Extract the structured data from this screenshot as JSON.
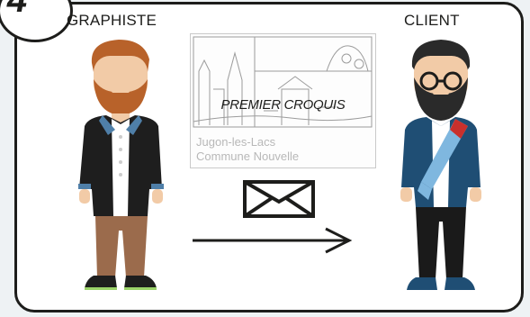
{
  "step": {
    "number": "4"
  },
  "left_role": {
    "label": "GRAPHISTE"
  },
  "right_role": {
    "label": "CLIENT"
  },
  "sketch": {
    "title": "PREMIER CROQUIS",
    "town": "Jugon-les-Lacs",
    "subtitle": "Commune Nouvelle"
  },
  "icons": {
    "envelope": "envelope-icon",
    "arrow": "arrow-right-icon"
  },
  "colors": {
    "outline": "#1d1d1b",
    "beard": "#b8622a",
    "jacket_designer": "#1e1e1e",
    "trousers_designer": "#9b6b4c",
    "jacket_client": "#1f4e74",
    "sash_blue": "#7fb7df",
    "sash_red": "#c9302c"
  }
}
